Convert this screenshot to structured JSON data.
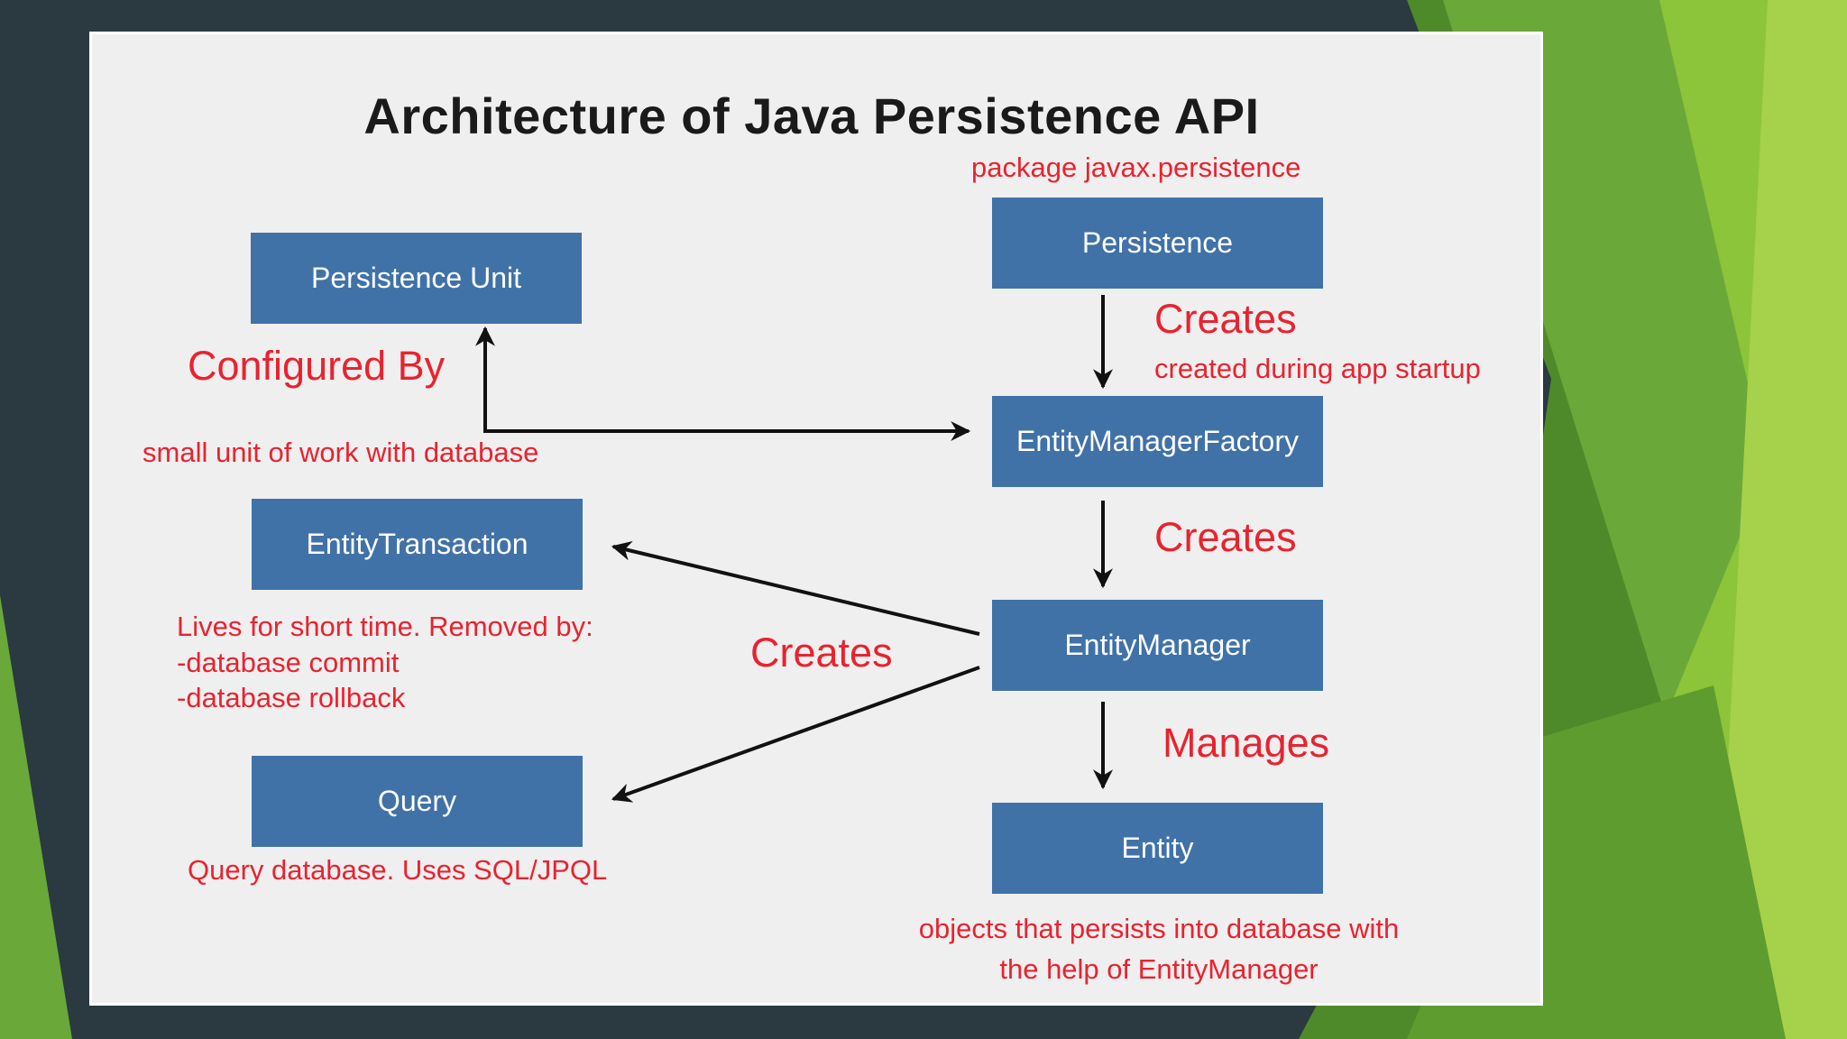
{
  "diagram": {
    "title": "Architecture of Java Persistence API",
    "boxes": {
      "persistence_unit": "Persistence Unit",
      "persistence": "Persistence",
      "entity_manager_factory": "EntityManagerFactory",
      "entity_transaction": "EntityTransaction",
      "entity_manager": "EntityManager",
      "query": "Query",
      "entity": "Entity"
    },
    "relations": {
      "configured_by": "Configured By",
      "creates_factory": "Creates",
      "creates_manager": "Creates",
      "creates_transaction_query": "Creates",
      "manages": "Manages"
    },
    "notes": {
      "package": "package javax.persistence",
      "startup": "created during app startup",
      "unit_of_work": "small unit of work with database",
      "transaction_line1": "Lives for short time. Removed by:",
      "transaction_line2": "-database commit",
      "transaction_line3": "-database rollback",
      "query": "Query database. Uses SQL/JPQL",
      "entity_line1": "objects that persists into database with",
      "entity_line2": "the help of EntityManager"
    }
  },
  "colors": {
    "box_fill": "#4072a8",
    "box_text": "#ffffff",
    "annotation": "#e8232f",
    "arrow": "#111111",
    "canvas": "#efefef",
    "slide_background_dark": "#2a3a40",
    "slide_background_green": "#7dba2f"
  }
}
